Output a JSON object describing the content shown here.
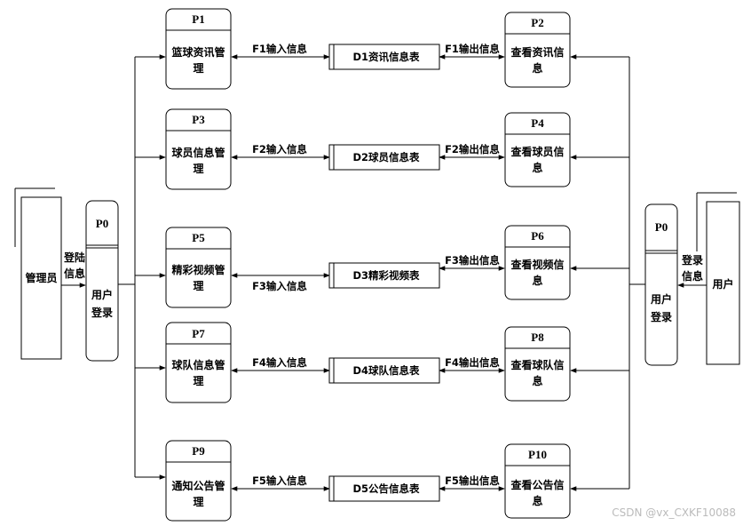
{
  "actors": {
    "admin": {
      "label": "管理员",
      "login_info": [
        "登陆",
        "信息"
      ]
    },
    "user": {
      "label": "用户",
      "login_info": [
        "登录",
        "信息"
      ]
    }
  },
  "login_processes": {
    "left": {
      "id": "P0",
      "name": [
        "用户",
        "登录"
      ]
    },
    "right": {
      "id": "P0",
      "name": [
        "用户",
        "登录"
      ]
    }
  },
  "rows": [
    {
      "left": {
        "id": "P1",
        "name": [
          "篮球资讯管",
          "理"
        ]
      },
      "in_flow": "F1输入信息",
      "store": "D1资讯信息表",
      "out_flow": "F1输出信息",
      "right": {
        "id": "P2",
        "name": [
          "查看资讯信",
          "息"
        ]
      }
    },
    {
      "left": {
        "id": "P3",
        "name": [
          "球员信息管",
          "理"
        ]
      },
      "in_flow": "F2输入信息",
      "store": "D2球员信息表",
      "out_flow": "F2输出信息",
      "right": {
        "id": "P4",
        "name": [
          "查看球员信",
          "息"
        ]
      }
    },
    {
      "left": {
        "id": "P5",
        "name": [
          "精彩视频管",
          "理"
        ]
      },
      "in_flow": "F3输入信息",
      "store": "D3精彩视频表",
      "out_flow": "F3输出信息",
      "right": {
        "id": "P6",
        "name": [
          "查看视频信",
          "息"
        ]
      }
    },
    {
      "left": {
        "id": "P7",
        "name": [
          "球队信息管",
          "理"
        ]
      },
      "in_flow": "F4输入信息",
      "store": "D4球队信息表",
      "out_flow": "F4输出信息",
      "right": {
        "id": "P8",
        "name": [
          "查看球队信",
          "息"
        ]
      }
    },
    {
      "left": {
        "id": "P9",
        "name": [
          "通知公告管",
          "理"
        ]
      },
      "in_flow": "F5输入信息",
      "store": "D5公告信息表",
      "out_flow": "F5输出信息",
      "right": {
        "id": "P10",
        "name": [
          "查看公告信",
          "息"
        ]
      }
    }
  ],
  "watermark": "CSDN @vx_CXKF10088"
}
